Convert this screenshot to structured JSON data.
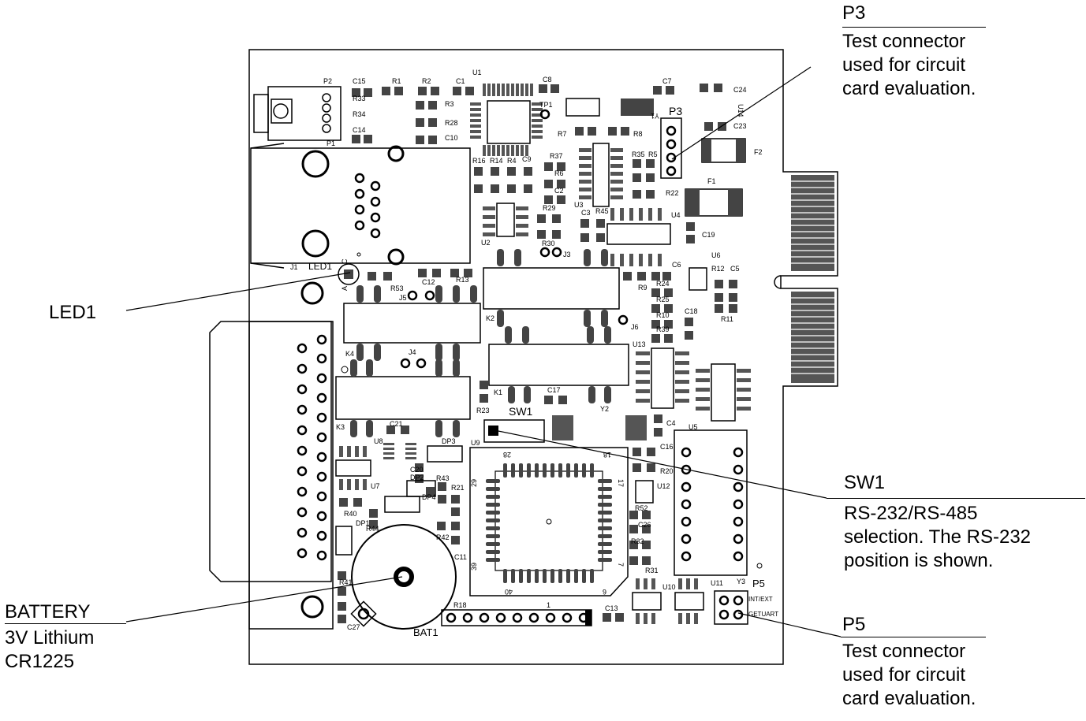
{
  "callouts": {
    "p3": {
      "title": "P3",
      "desc": "Test connector\nused for circuit\ncard evaluation."
    },
    "led1": {
      "title": "LED1"
    },
    "sw1": {
      "title": "SW1",
      "desc": "RS-232/RS-485\nselection. The RS-232\nposition is shown."
    },
    "battery": {
      "title": "BATTERY",
      "desc": "3V Lithium\nCR1225"
    },
    "p5": {
      "title": "P5",
      "desc": "Test connector\nused for circuit\ncard evaluation."
    }
  },
  "silkscreen": {
    "p2": "P2",
    "p1": "P1",
    "j1": "J1",
    "led1": "LED1",
    "c15": "C15",
    "r33": "R33",
    "r34": "R34",
    "c14": "C14",
    "r1": "R1",
    "r2": "R2",
    "c1": "C1",
    "u1": "U1",
    "r3": "R3",
    "r28": "R28",
    "c10": "C10",
    "c8": "C8",
    "tp1": "TP1",
    "c7": "C7",
    "c24": "C24",
    "u14": "U14",
    "c23": "C23",
    "f2": "F2",
    "f1": "F1",
    "p3": "P3",
    "y1": "Y1",
    "r7": "R7",
    "r8": "R8",
    "r35": "R35",
    "r5": "R5",
    "r22": "R22",
    "r16": "R16",
    "r14": "R14",
    "r4": "R4",
    "c9": "C9",
    "r37": "R37",
    "r6": "R6",
    "c2": "C2",
    "u3": "U3",
    "r29": "R29",
    "c3": "C3",
    "r45": "R45",
    "u4": "U4",
    "c19": "C19",
    "u2": "U2",
    "r30": "R30",
    "j3": "J3",
    "u6": "U6",
    "c6": "C6",
    "r12": "R12",
    "c5": "C5",
    "r53": "R53",
    "c12": "C12",
    "r13": "R13",
    "j5": "J5",
    "r9": "R9",
    "r24": "R24",
    "r25": "R25",
    "r11": "R11",
    "r10": "R10",
    "c18": "C18",
    "r39": "R39",
    "k2": "K2",
    "j6": "J6",
    "u13": "U13",
    "k4": "K4",
    "j4": "J4",
    "k1": "K1",
    "c17": "C17",
    "y2": "Y2",
    "r23": "R23",
    "sw1": "SW1",
    "c4": "C4",
    "u5": "U5",
    "k3": "K3",
    "c21": "C21",
    "u8": "U8",
    "dp3": "DP3",
    "u9": "U9",
    "c16": "C16",
    "r20": "R20",
    "u12": "U12",
    "c20": "C20",
    "dp2": "DP2",
    "r43": "R43",
    "u7": "U7",
    "r21": "R21",
    "dp4": "DP4",
    "r40": "R40",
    "dp1": "DP1",
    "r44": "R44",
    "r52": "R52",
    "c26": "C26",
    "r42": "R42",
    "c11": "C11",
    "r32": "R32",
    "r31": "R31",
    "r41": "R41",
    "c27": "C27",
    "r18": "R18",
    "bat1": "BAT1",
    "c13": "C13",
    "u10": "U10",
    "u11": "U11",
    "y3": "Y3",
    "p5": "P5",
    "int_ext": "INT/EXT",
    "getuart": "GETUART",
    "pin28": "28",
    "pin18": "18",
    "pin29": "29",
    "pin17": "17",
    "pin39": "39",
    "pin7": "7",
    "pin40": "40",
    "pin6": "6",
    "dot1": "1",
    "pin_a": "A",
    "pin_c": "C"
  }
}
